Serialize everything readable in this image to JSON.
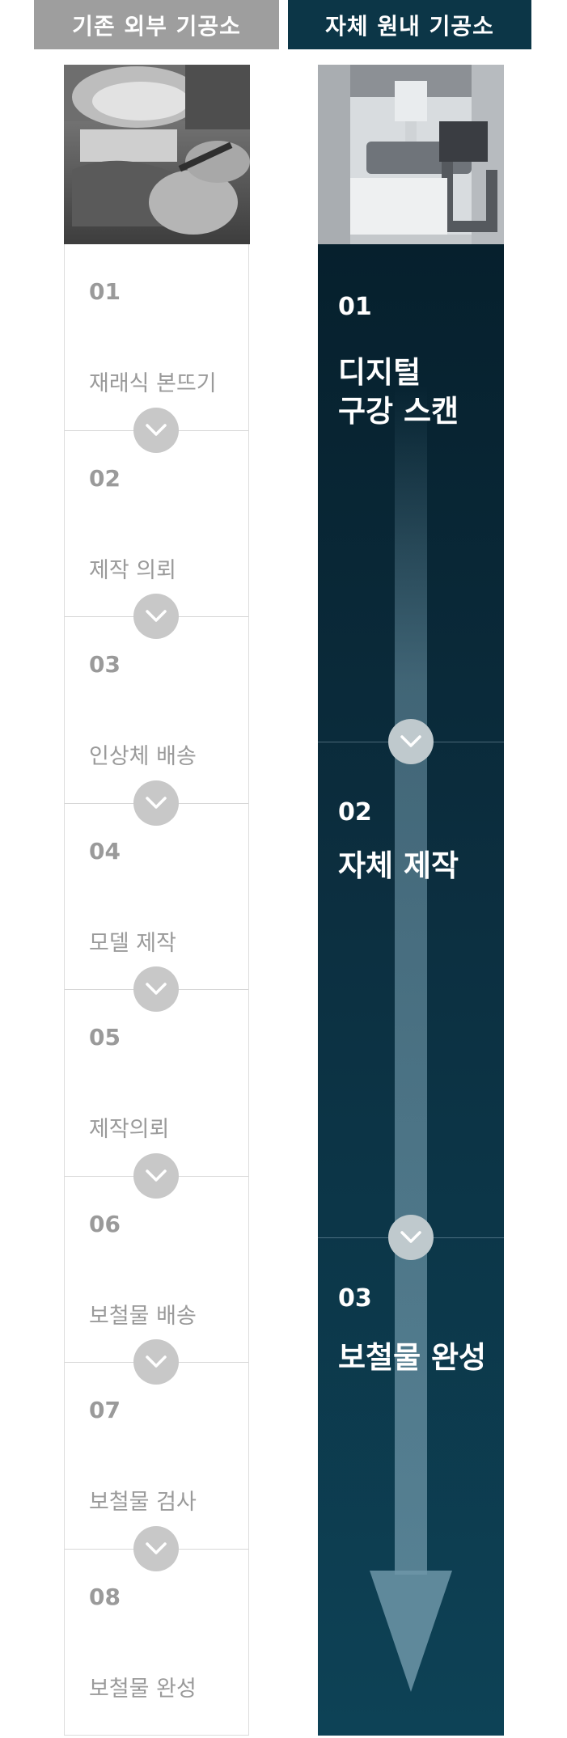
{
  "header": {
    "left_title": "기존 외부 기공소",
    "right_title": "자체 원내 기공소"
  },
  "left_steps": [
    {
      "num": "01",
      "label": "재래식 본뜨기"
    },
    {
      "num": "02",
      "label": "제작 의뢰"
    },
    {
      "num": "03",
      "label": "인상체 배송"
    },
    {
      "num": "04",
      "label": "모델 제작"
    },
    {
      "num": "05",
      "label": "제작의뢰"
    },
    {
      "num": "06",
      "label": "보철물 배송"
    },
    {
      "num": "07",
      "label": "보철물 검사"
    },
    {
      "num": "08",
      "label": "보철물 완성"
    }
  ],
  "right_steps": [
    {
      "num": "01",
      "label_line1": "디지털",
      "label_line2": "구강 스캔"
    },
    {
      "num": "02",
      "label_line1": "자체 제작",
      "label_line2": ""
    },
    {
      "num": "03",
      "label_line1": "보철물 완성",
      "label_line2": ""
    }
  ],
  "colors": {
    "left_header": "#9e9e9e",
    "right_header": "#0c3647",
    "left_text": "#9a9a9a",
    "right_bg_top": "#06202d",
    "right_bg_bottom": "#0d4256",
    "chevron_circle": "#c8c8c8"
  },
  "icons": {
    "chevron": "chevron-down-icon"
  }
}
